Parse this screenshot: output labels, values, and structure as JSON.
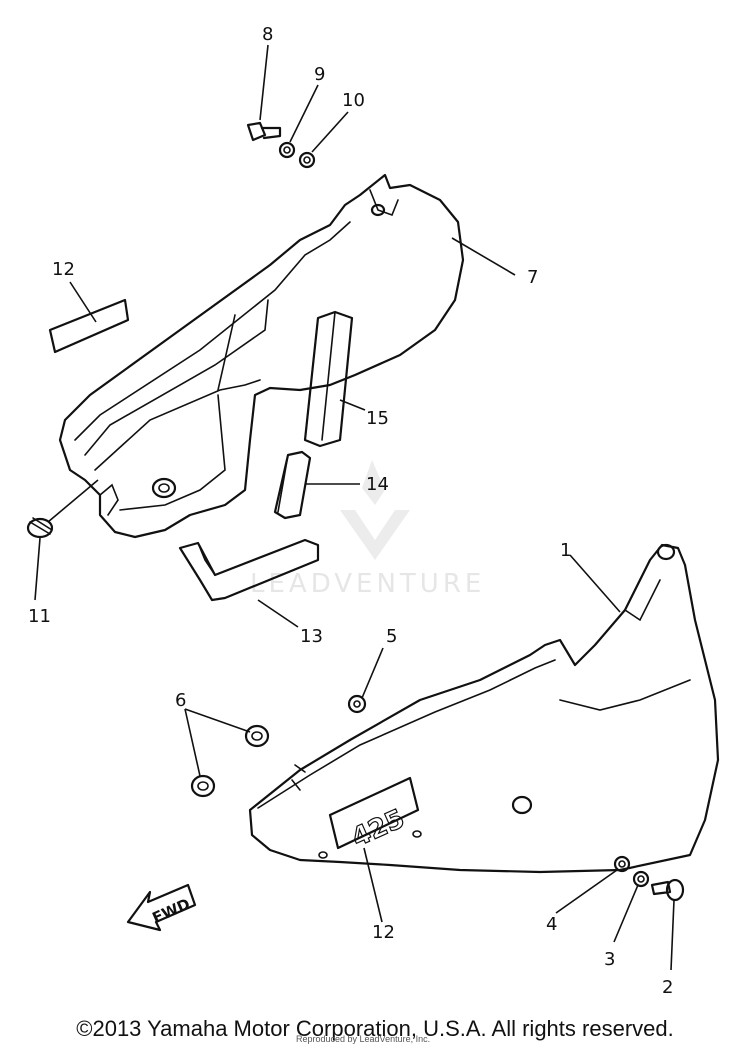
{
  "diagram": {
    "callouts": [
      "1",
      "2",
      "3",
      "4",
      "5",
      "6",
      "7",
      "8",
      "9",
      "10",
      "11",
      "12",
      "12",
      "13",
      "14",
      "15"
    ],
    "badge_text": "425",
    "fwd_text": "FWD",
    "watermark": "LEADVENTURE"
  },
  "footer": {
    "copyright": "©2013 Yamaha Motor Corporation, U.S.A. All rights reserved.",
    "reproduced": "Reproduced by LeadVenture, Inc."
  }
}
